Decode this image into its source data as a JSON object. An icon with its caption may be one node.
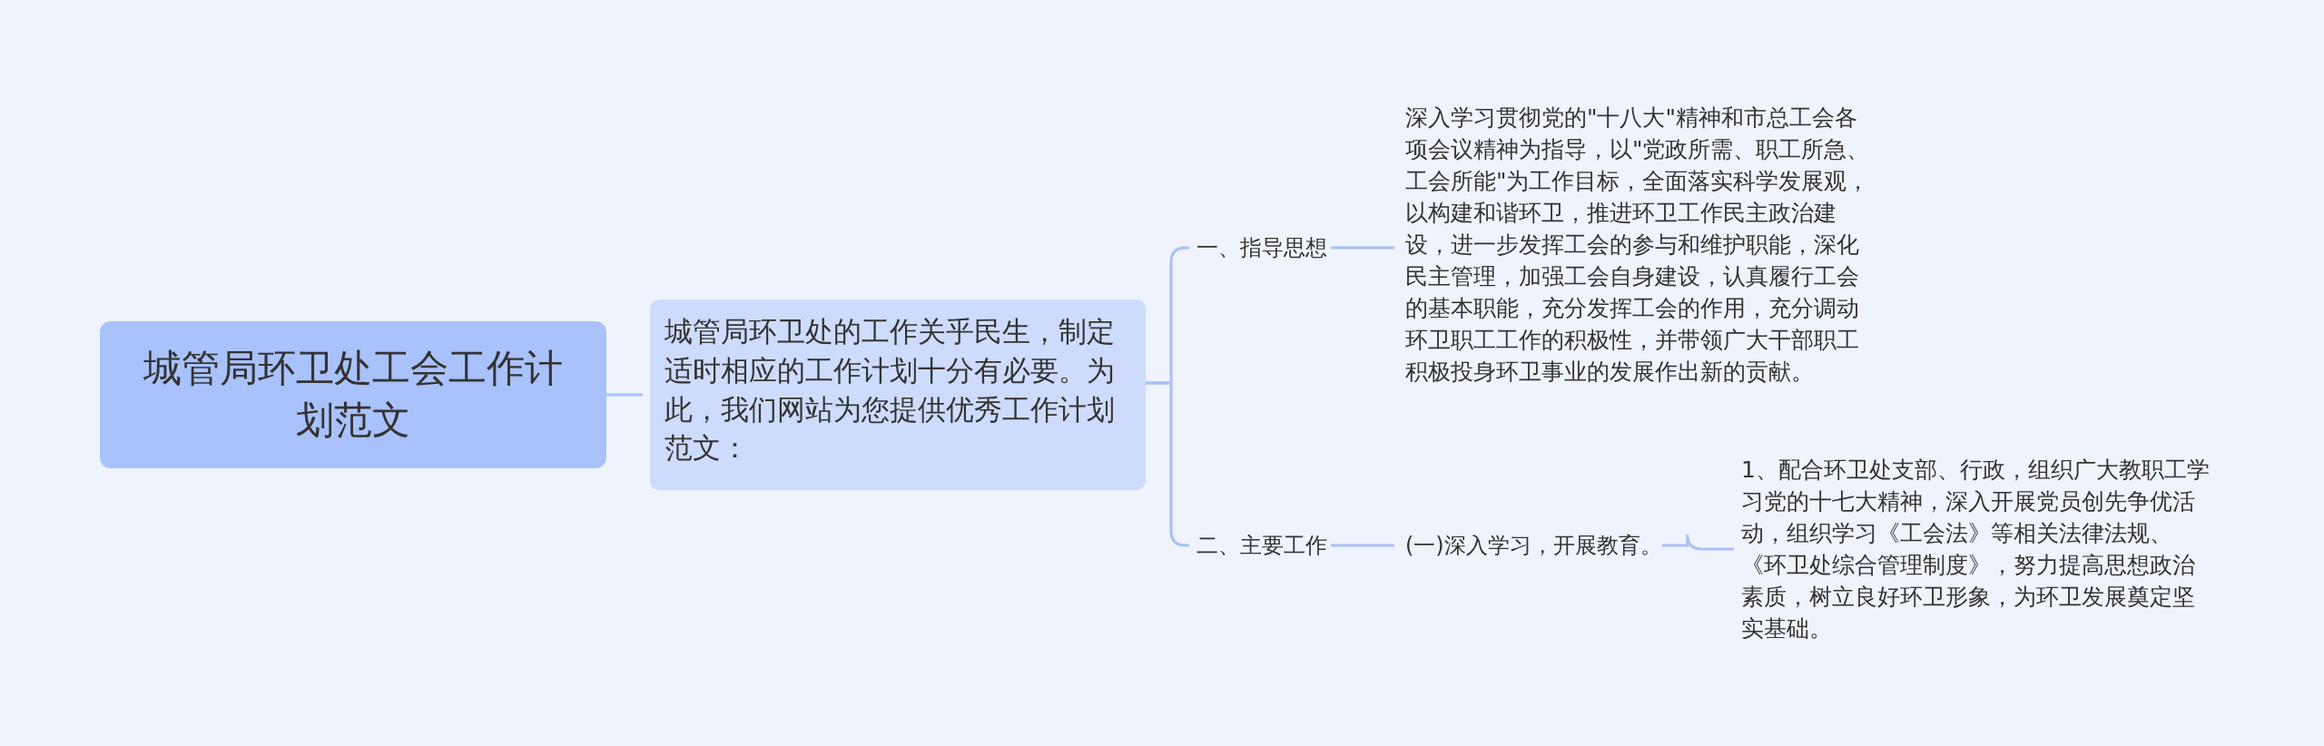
{
  "diagram": {
    "nodes": [
      {
        "text": [
          "城管局环卫处工会工作计划范文"
        ]
      },
      {
        "text": [
          "城管局环卫处的工作关乎民生，制定适时相应的工作计划十分有必要。为此，我们网站为您提供优秀工作计划范文："
        ]
      },
      {
        "text": [
          "一、指导思想"
        ]
      },
      {
        "text": [
          "深入学习贯彻党的\"十八大\"精神和市总工会各项会议精神为指导，以\"党政所需、职工所急、工会所能\"为工作目标，全面落实科学发展观，以构建和谐环卫，推进环卫工作民主政治建设，进一步发挥工会的参与和维护职能，深化民主管理，加强工会自身建设，认真履行工会的基本职能，充分发挥工会的作用，充分调动环卫职工工作的积极性，并带领广大干部职工积极投身环卫事业的发展作出新的贡献。"
        ]
      },
      {
        "text": [
          "二、主要工作"
        ]
      },
      {
        "text": [
          "(一)深入学习，开展教育。"
        ]
      },
      {
        "text": [
          "1、配合环卫处支部、行政，组织广大教职工学习党的十七大精神，深入开展党员创先争优活动，组织学习《工会法》等相关法律法规、《环卫处综合管理制度》，努力提高思想政治素质，树立良好环卫形象，为环卫发展奠定坚实基础。"
        ]
      }
    ],
    "edges": [
      {
        "from": 0,
        "to": 1,
        "arrow": "none"
      },
      {
        "from": 1,
        "to": 2,
        "arrow": "none"
      },
      {
        "from": 2,
        "to": 3,
        "arrow": "none"
      },
      {
        "from": 1,
        "to": 4,
        "arrow": "none"
      },
      {
        "from": 4,
        "to": 5,
        "arrow": "none"
      },
      {
        "from": 5,
        "to": 6,
        "arrow": "none"
      }
    ]
  }
}
